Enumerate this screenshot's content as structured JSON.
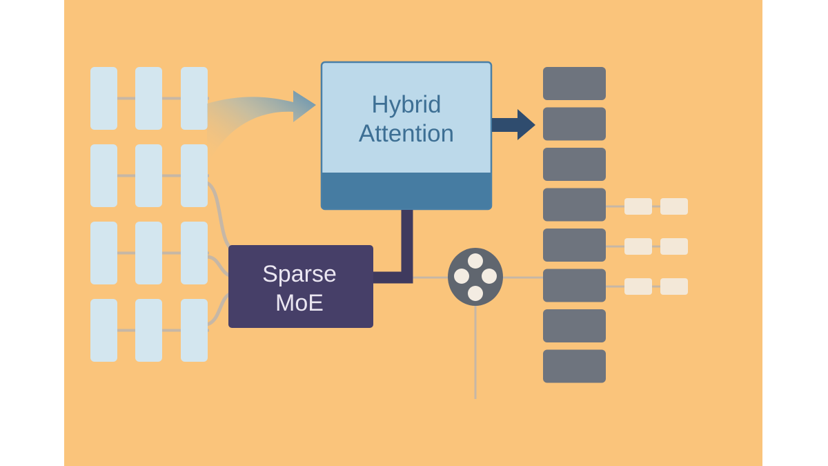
{
  "diagram": {
    "attention_block": {
      "line1": "Hybrid",
      "line2": "Attention"
    },
    "moe_block": {
      "line1": "Sparse",
      "line2": "MoE"
    },
    "input_grid": {
      "rows": 4,
      "cols": 3
    },
    "output_stack": {
      "count": 8
    },
    "side_tokens": {
      "rows": 3,
      "cols": 2
    },
    "router": {
      "dots": 4
    }
  },
  "colors": {
    "background": "#fac47b",
    "margin": "#ffffff",
    "input_token": "#d3e6ef",
    "connector": "#c6b7a6",
    "attention_fill": "#bcd9ea",
    "attention_border": "#4a7fa6",
    "attention_band": "#467ca2",
    "attention_text": "#3d6f94",
    "moe_fill": "#463f68",
    "moe_text": "#eae6f1",
    "moe_link": "#3f3a5e",
    "arrow_dark": "#2f4c6e",
    "arrow_light": "#5d8fb2",
    "output_block": "#6e747e",
    "side_token": "#f3e8d8",
    "router_fill": "#60666f",
    "router_dot": "#f3ece2"
  }
}
